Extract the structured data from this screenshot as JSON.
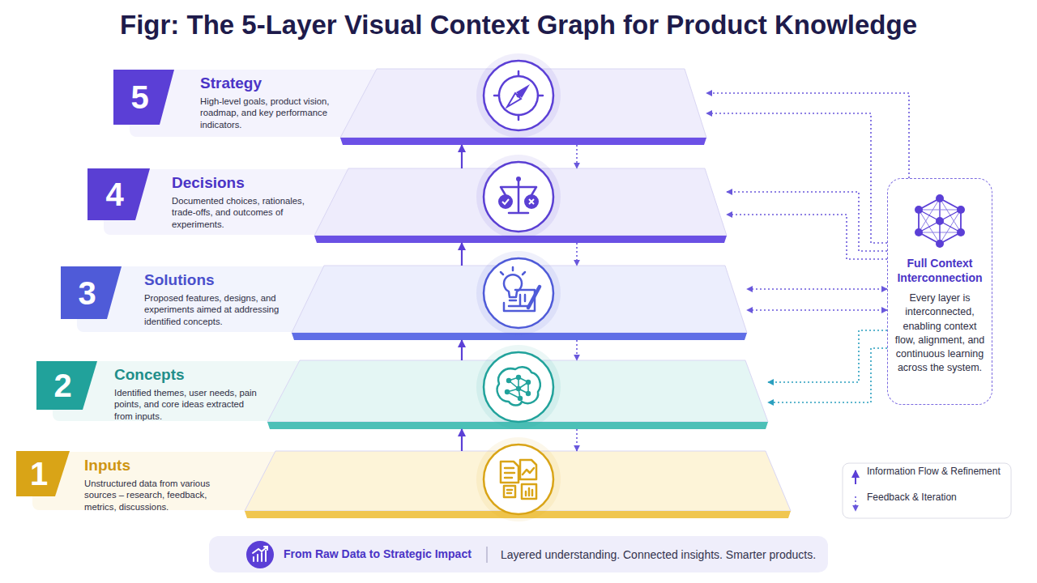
{
  "diagram": {
    "title": "Figr: The 5-Layer Visual Context Graph for Product Knowledge",
    "nodes": [
      {
        "text": [
          "Strategy",
          "High-level goals, product vision, roadmap, and key performance indicators."
        ]
      },
      {
        "text": [
          "5"
        ],
        "in": 0
      },
      {
        "text": [
          "Decisions",
          "Documented choices, rationales, trade-offs, and outcomes of experiments."
        ]
      },
      {
        "text": [
          "4"
        ],
        "in": 2
      },
      {
        "text": [
          "Solutions",
          "Proposed features, designs, and experiments aimed at addressing identified concepts."
        ]
      },
      {
        "text": [
          "3"
        ],
        "in": 4
      },
      {
        "text": [
          "Concepts",
          "Identified themes, user needs, pain points, and core ideas extracted from inputs."
        ]
      },
      {
        "text": [
          "2"
        ],
        "in": 6
      },
      {
        "text": [
          "Inputs",
          "Unstructured data from various sources – research, feedback, metrics, discussions."
        ]
      },
      {
        "text": [
          "1"
        ],
        "in": 8
      },
      {
        "text": [
          "Full Context Interconnection",
          "Every layer is interconnected, enabling context flow, alignment, and continuous learning across the system."
        ]
      }
    ],
    "edges": [
      {
        "from": 8,
        "to": 6,
        "arrow": "to"
      },
      {
        "from": 6,
        "to": 8,
        "arrow": "to"
      },
      {
        "from": 6,
        "to": 4,
        "arrow": "to"
      },
      {
        "from": 4,
        "to": 6,
        "arrow": "to"
      },
      {
        "from": 4,
        "to": 2,
        "arrow": "to"
      },
      {
        "from": 2,
        "to": 4,
        "arrow": "to"
      },
      {
        "from": 2,
        "to": 0,
        "arrow": "to"
      },
      {
        "from": 0,
        "to": 2,
        "arrow": "to"
      },
      {
        "from": 10,
        "to": 0,
        "arrow": "to"
      },
      {
        "from": 10,
        "to": 0,
        "arrow": "to"
      },
      {
        "from": 10,
        "to": 2,
        "arrow": "to"
      },
      {
        "from": 10,
        "to": 2,
        "arrow": "to"
      },
      {
        "from": 10,
        "to": 4,
        "arrow": "both"
      },
      {
        "from": 10,
        "to": 4,
        "arrow": "both"
      },
      {
        "from": 10,
        "to": 6,
        "arrow": "to"
      },
      {
        "from": 10,
        "to": 6,
        "arrow": "to"
      }
    ],
    "labels": [
      "From Raw Data to Strategic Impact",
      "Layered understanding. Connected insights. Smarter products."
    ],
    "legend": [
      {
        "text": "Information Flow & Refinement"
      },
      {
        "text": "Feedback & Iteration"
      }
    ]
  }
}
